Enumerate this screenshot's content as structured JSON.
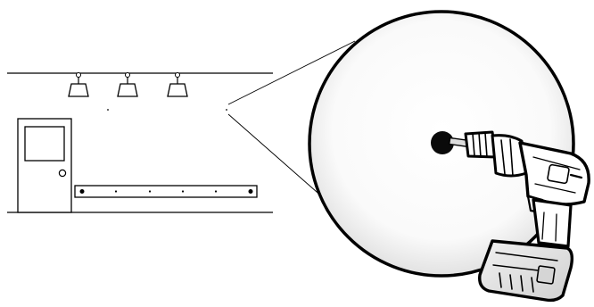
{
  "scene": {
    "room": {
      "ceiling_lights": [
        "light-1",
        "light-2",
        "light-3"
      ],
      "wall_rail_screws": 6
    },
    "magnified_view": {
      "subject": "cordless-drill",
      "drilled_hole": true
    }
  },
  "colors": {
    "stroke": "#000000",
    "background": "#ffffff",
    "lens_fill": "#f4f4f4",
    "drill_body": "#ffffff",
    "battery": "#e6e6e6"
  }
}
